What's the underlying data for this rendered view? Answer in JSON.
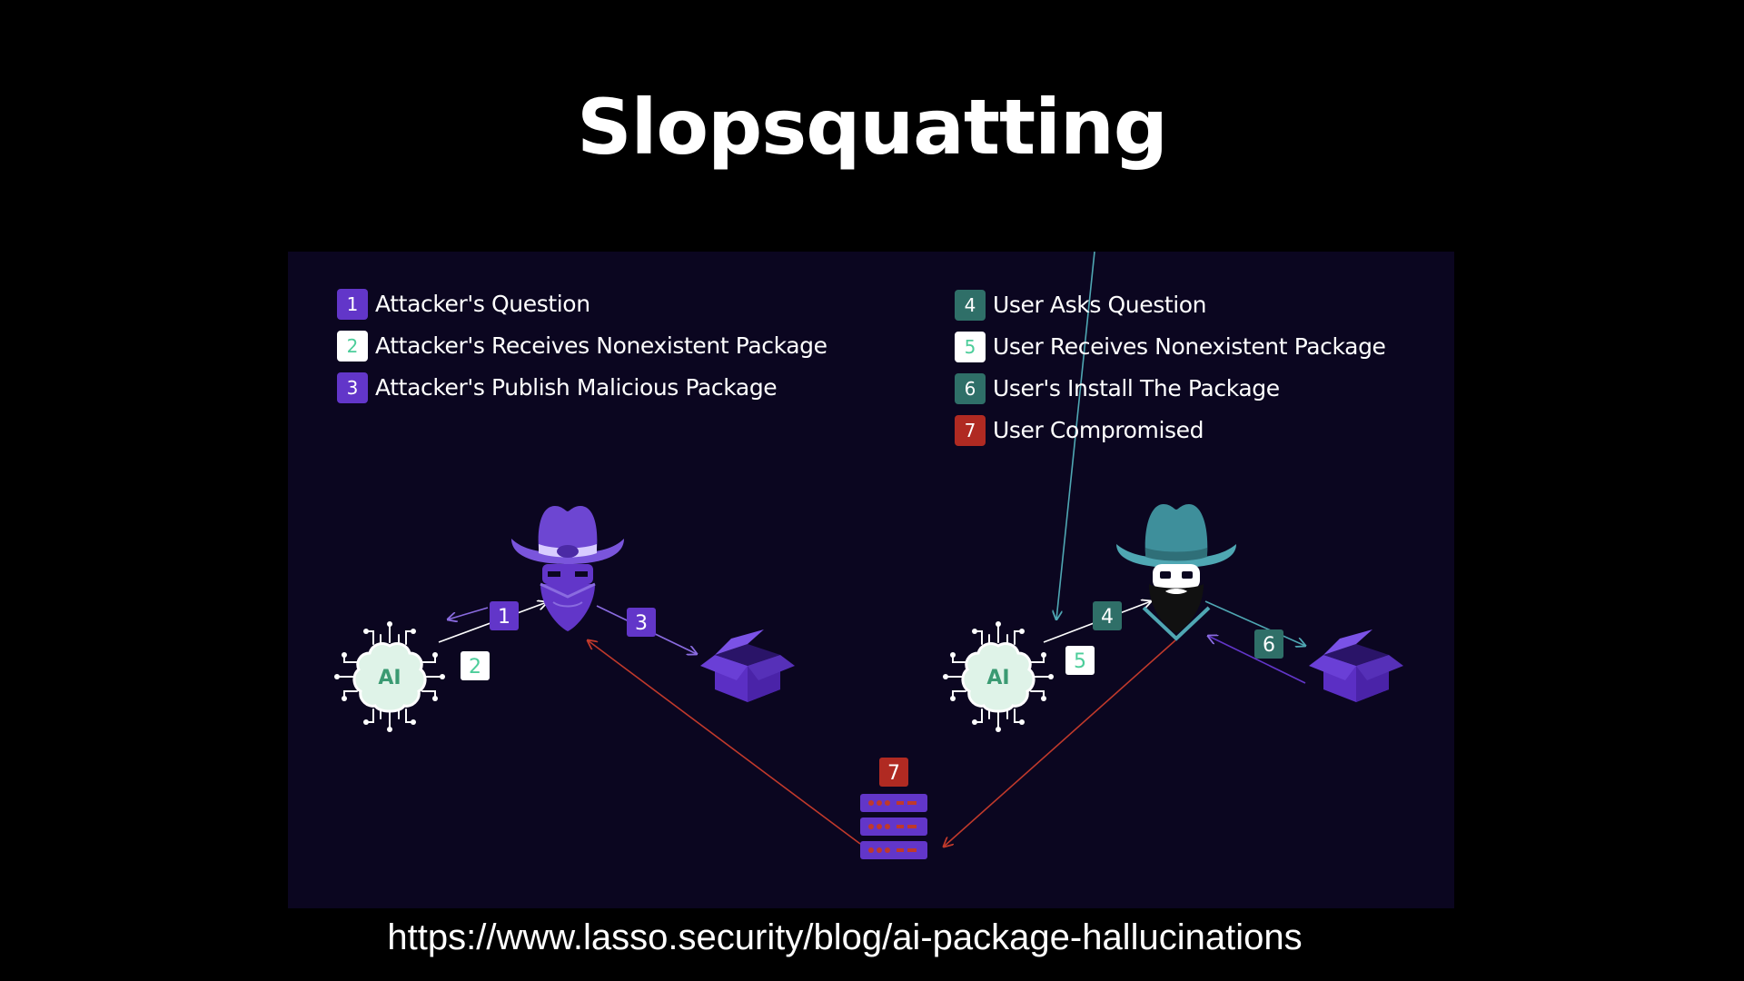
{
  "title": "Slopsquatting",
  "source_url": "https://www.lasso.security/blog/ai-package-hallucinations",
  "colors": {
    "background": "#000000",
    "panel": "#0b0620",
    "purple": "#6236c9",
    "purple_light": "#8a6be0",
    "teal": "#2f6f68",
    "teal_light": "#4fa7b3",
    "red": "#b02a22",
    "white": "#ffffff",
    "badge_text_on_white": "#4ccd9a"
  },
  "legend_left": [
    {
      "number": "1",
      "label": "Attacker's Question",
      "badge_bg": "#6236c9",
      "badge_fg": "#ffffff"
    },
    {
      "number": "2",
      "label": "Attacker's Receives Nonexistent Package",
      "badge_bg": "#ffffff",
      "badge_fg": "#4ccd9a"
    },
    {
      "number": "3",
      "label": "Attacker's Publish Malicious Package",
      "badge_bg": "#6236c9",
      "badge_fg": "#ffffff"
    }
  ],
  "legend_right": [
    {
      "number": "4",
      "label": "User Asks Question",
      "badge_bg": "#2f6f68",
      "badge_fg": "#ffffff"
    },
    {
      "number": "5",
      "label": "User Receives Nonexistent Package",
      "badge_bg": "#ffffff",
      "badge_fg": "#4ccd9a"
    },
    {
      "number": "6",
      "label": "User's Install The Package",
      "badge_bg": "#2f6f68",
      "badge_fg": "#ffffff"
    },
    {
      "number": "7",
      "label": "User Compromised",
      "badge_bg": "#b02a22",
      "badge_fg": "#ffffff"
    }
  ],
  "ai_label": "AI",
  "step_badges": [
    "1",
    "2",
    "3",
    "4",
    "5",
    "6",
    "7"
  ],
  "icons": [
    "attacker-cowboy-icon",
    "user-cowboy-icon",
    "ai-brain-icon",
    "package-box-icon",
    "compromised-server-icon"
  ]
}
